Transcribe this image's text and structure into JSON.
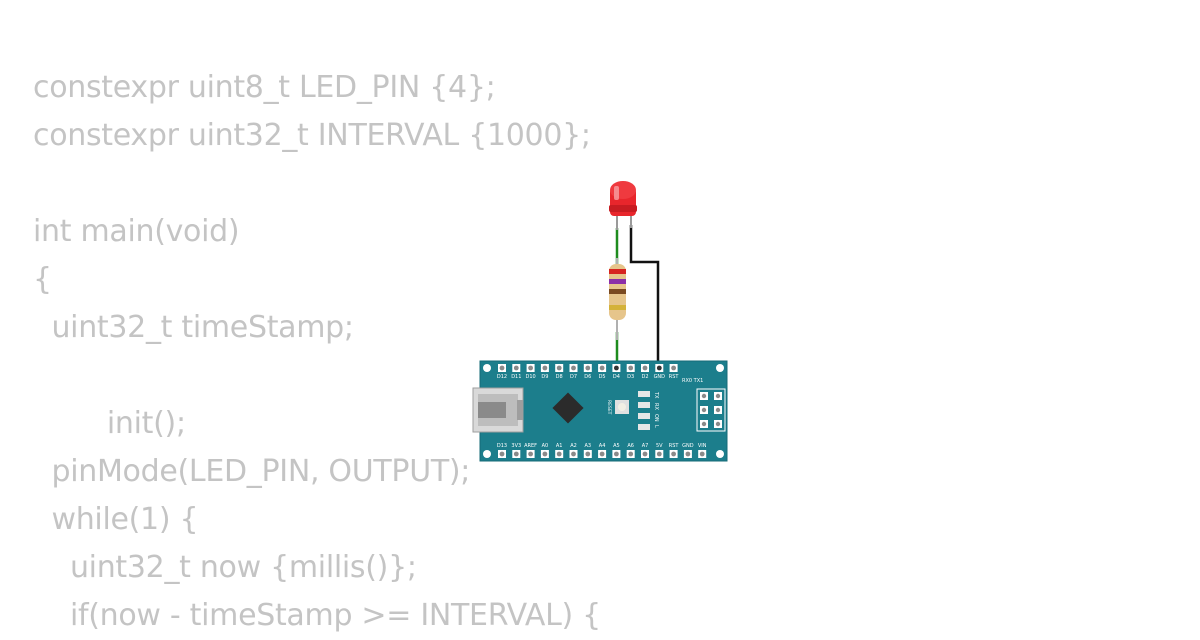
{
  "code_lines": [
    "constexpr uint8_t LED_PIN {4};",
    "constexpr uint32_t INTERVAL {1000};",
    "",
    "int main(void)",
    "{",
    "  uint32_t timeStamp;",
    "",
    "        init();",
    "  pinMode(LED_PIN, OUTPUT);",
    "  while(1) {",
    "    uint32_t now {millis()};",
    "    if(now - timeStamp >= INTERVAL) {"
  ],
  "board": {
    "name": "Arduino Nano",
    "top_pins": [
      "D12",
      "D11",
      "D10",
      "D9",
      "D8",
      "D7",
      "D6",
      "D5",
      "D4",
      "D3",
      "D2",
      "GND",
      "RST"
    ],
    "bottom_pins": [
      "D13",
      "3V3",
      "AREF",
      "A0",
      "A1",
      "A2",
      "A3",
      "A4",
      "A5",
      "A6",
      "A7",
      "5V",
      "RST",
      "GND",
      "VIN"
    ],
    "reset_label": "RESET",
    "led_labels": [
      "TX",
      "RX",
      "ON",
      "L"
    ],
    "header_label": "RX0 TX1"
  },
  "components": {
    "led": {
      "color": "#e8262c",
      "name": "red-led"
    },
    "resistor": {
      "bands": [
        "#d6241f",
        "#8c2fa8",
        "#7a4a21",
        "#d4b23a"
      ],
      "name": "resistor"
    }
  },
  "colors": {
    "board": "#1c7e8c",
    "code_text": "#c4c4c4",
    "wire_green": "#1e8c1e",
    "wire_black": "#111111"
  }
}
